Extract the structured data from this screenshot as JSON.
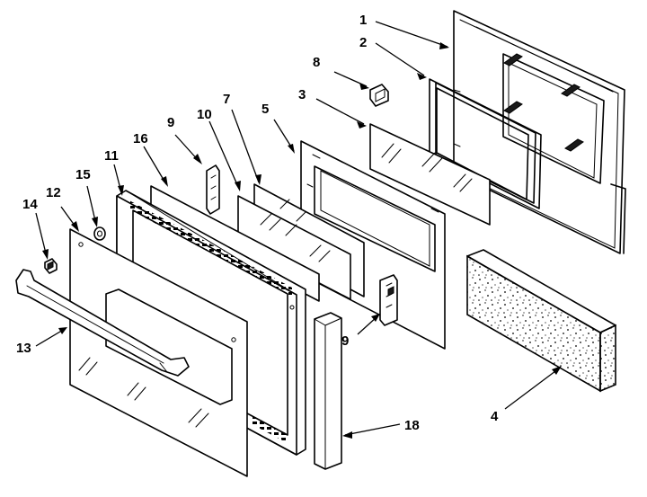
{
  "callouts": {
    "c1": "1",
    "c2": "2",
    "c3": "3",
    "c4": "4",
    "c5": "5",
    "c7": "7",
    "c8": "8",
    "c9a": "9",
    "c9b": "9",
    "c10": "10",
    "c11": "11",
    "c12": "12",
    "c13": "13",
    "c14": "14",
    "c15": "15",
    "c16": "16",
    "c18": "18"
  }
}
